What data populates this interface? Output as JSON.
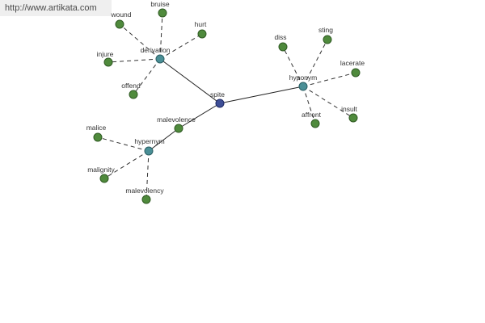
{
  "watermark": "http://www.artikata.com",
  "center": "spite",
  "hubs": {
    "derivation": "derivation",
    "hyponym": "hyponym",
    "hypernym": "hypernym"
  },
  "derivation_terms": [
    "wound",
    "bruise",
    "hurt",
    "injure",
    "offend"
  ],
  "hyponym_terms": [
    "diss",
    "sting",
    "lacerate",
    "affront",
    "insult"
  ],
  "hypernym_terms": [
    "malevolence",
    "malice",
    "malignity",
    "malevolency"
  ],
  "colors": {
    "leaf": "#4f8a3c",
    "hub": "#4a8f96",
    "center": "#3e4e96"
  }
}
